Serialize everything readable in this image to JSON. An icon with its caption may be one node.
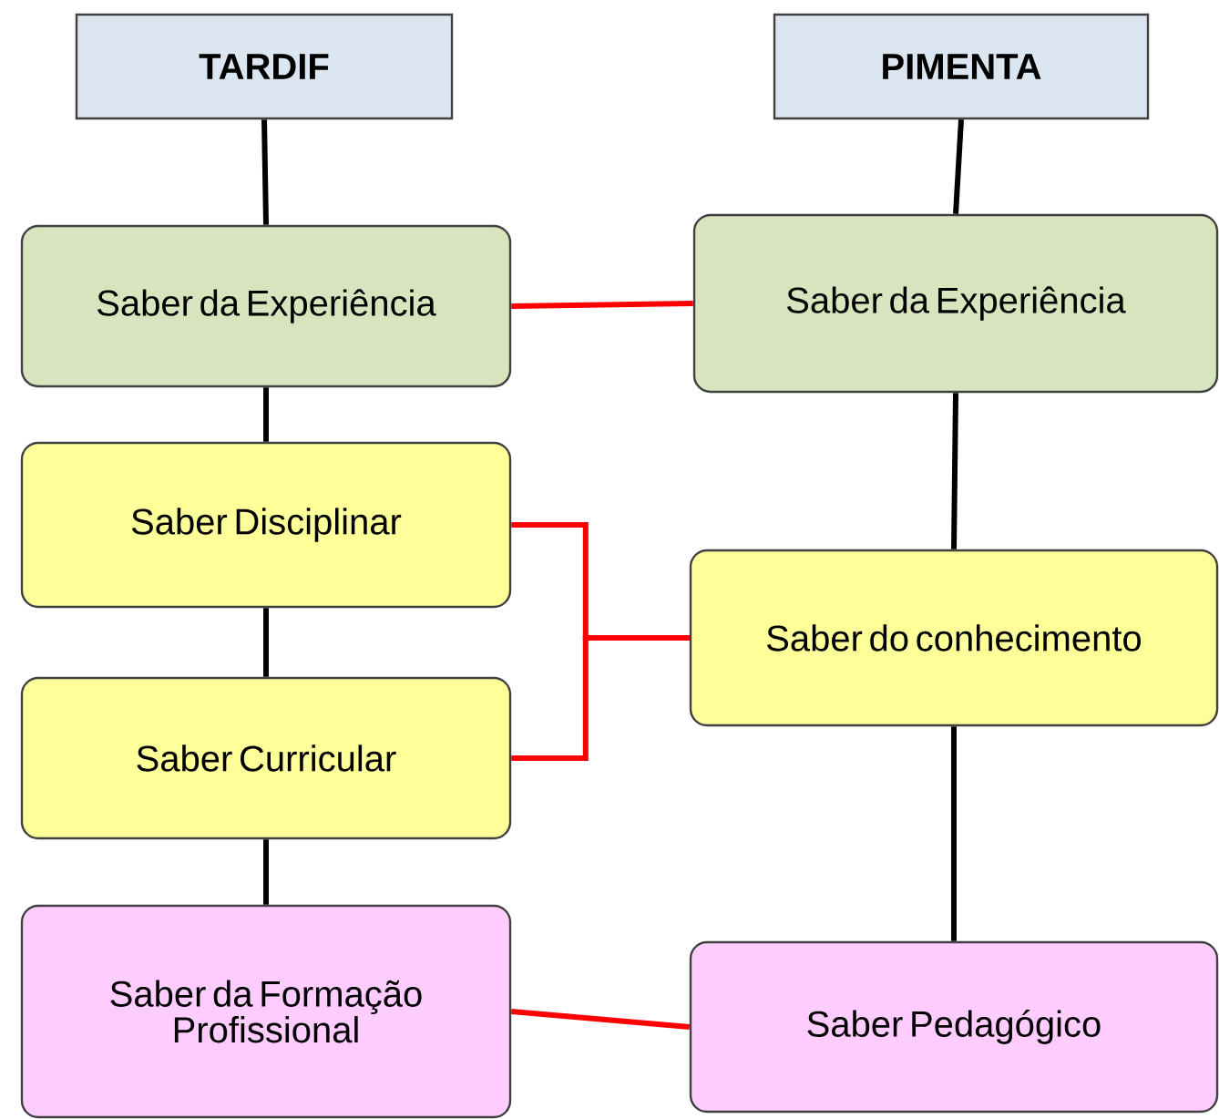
{
  "diagram": {
    "nodes": [
      {
        "text": [
          "TARDIF"
        ]
      },
      {
        "text": [
          "PIMENTA"
        ]
      },
      {
        "text": [
          "Saber da Experiência"
        ]
      },
      {
        "text": [
          "Saber Disciplinar"
        ]
      },
      {
        "text": [
          "Saber Curricular"
        ]
      },
      {
        "text": [
          "Saber da Formação Profissional"
        ]
      },
      {
        "text": [
          "Saber da Experiência"
        ]
      },
      {
        "text": [
          "Saber do conhecimento"
        ]
      },
      {
        "text": [
          "Saber Pedagógico"
        ]
      }
    ],
    "edges": [
      {
        "from": 0,
        "to": 2,
        "arrow": "none"
      },
      {
        "from": 2,
        "to": 3,
        "arrow": "none"
      },
      {
        "from": 3,
        "to": 4,
        "arrow": "none"
      },
      {
        "from": 4,
        "to": 5,
        "arrow": "none"
      },
      {
        "from": 1,
        "to": 6,
        "arrow": "none"
      },
      {
        "from": 6,
        "to": 7,
        "arrow": "none"
      },
      {
        "from": 7,
        "to": 8,
        "arrow": "none"
      },
      {
        "from": 2,
        "to": 6,
        "arrow": "none",
        "color": "#ff0000"
      },
      {
        "from": 3,
        "to": 7,
        "arrow": "none",
        "color": "#ff0000"
      },
      {
        "from": 4,
        "to": 7,
        "arrow": "none",
        "color": "#ff0000"
      },
      {
        "from": 5,
        "to": 8,
        "arrow": "none",
        "color": "#ff0000"
      }
    ]
  }
}
